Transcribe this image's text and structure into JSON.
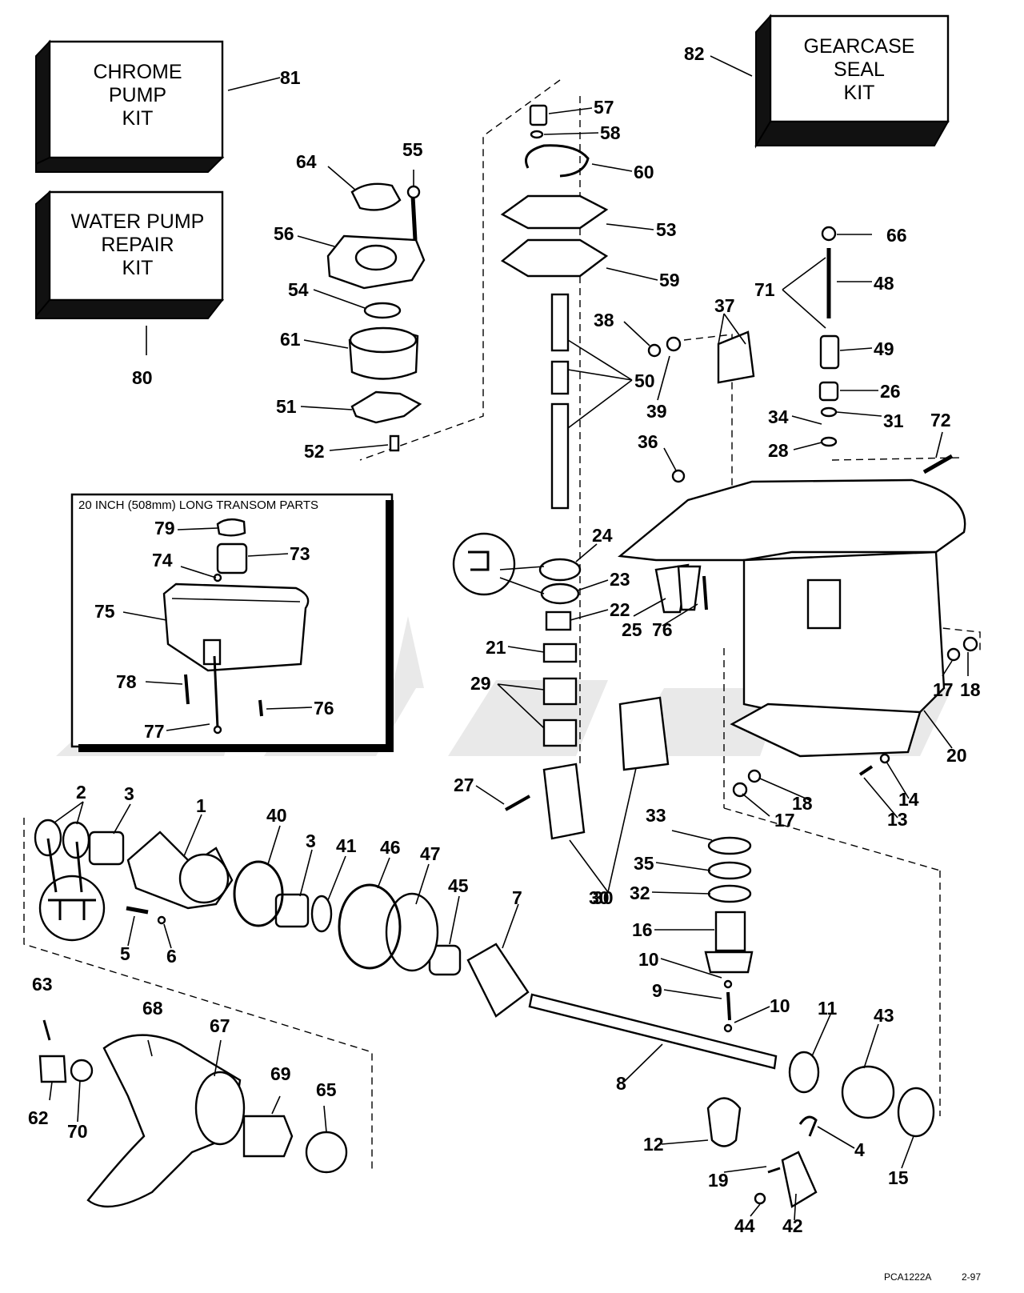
{
  "kits": {
    "chrome_pump": [
      "CHROME",
      "PUMP",
      "KIT"
    ],
    "water_pump_repair": [
      "WATER PUMP",
      "REPAIR",
      "KIT"
    ],
    "gearcase_seal": [
      "GEARCASE",
      "SEAL",
      "KIT"
    ]
  },
  "inset": {
    "title": "20 INCH (508mm) LONG TRANSOM PARTS"
  },
  "callouts": {
    "n1": "1",
    "n2": "2",
    "n3a": "3",
    "n3b": "3",
    "n4": "4",
    "n5": "5",
    "n6": "6",
    "n7": "7",
    "n8": "8",
    "n9": "9",
    "n10a": "10",
    "n10b": "10",
    "n11": "11",
    "n12": "12",
    "n13": "13",
    "n14": "14",
    "n15": "15",
    "n16": "16",
    "n17a": "17",
    "n17b": "17",
    "n18a": "18",
    "n18b": "18",
    "n19": "19",
    "n20": "20",
    "n21": "21",
    "n22": "22",
    "n23": "23",
    "n24": "24",
    "n25": "25",
    "n26": "26",
    "n27": "27",
    "n28": "28",
    "n29": "29",
    "n30a": "30",
    "n30b": "30",
    "n31": "31",
    "n32": "32",
    "n33": "33",
    "n34": "34",
    "n35": "35",
    "n36": "36",
    "n37": "37",
    "n38": "38",
    "n39": "39",
    "n40": "40",
    "n41": "41",
    "n42": "42",
    "n43": "43",
    "n44": "44",
    "n45": "45",
    "n46": "46",
    "n47": "47",
    "n48": "48",
    "n49": "49",
    "n50": "50",
    "n51": "51",
    "n52": "52",
    "n53": "53",
    "n54": "54",
    "n55": "55",
    "n56": "56",
    "n57": "57",
    "n58": "58",
    "n59": "59",
    "n60": "60",
    "n61": "61",
    "n62": "62",
    "n63": "63",
    "n64": "64",
    "n65": "65",
    "n66": "66",
    "n67": "67",
    "n68": "68",
    "n69": "69",
    "n70": "70",
    "n71": "71",
    "n72": "72",
    "n73": "73",
    "n74": "74",
    "n75": "75",
    "n76a": "76",
    "n76b": "76",
    "n77": "77",
    "n78": "78",
    "n79": "79",
    "n80": "80",
    "n81": "81",
    "n82": "82"
  },
  "footer": {
    "code": "PCA1222A",
    "date": "2-97"
  },
  "icons": [
    "seal-detail-icon",
    "watermark-logo"
  ]
}
